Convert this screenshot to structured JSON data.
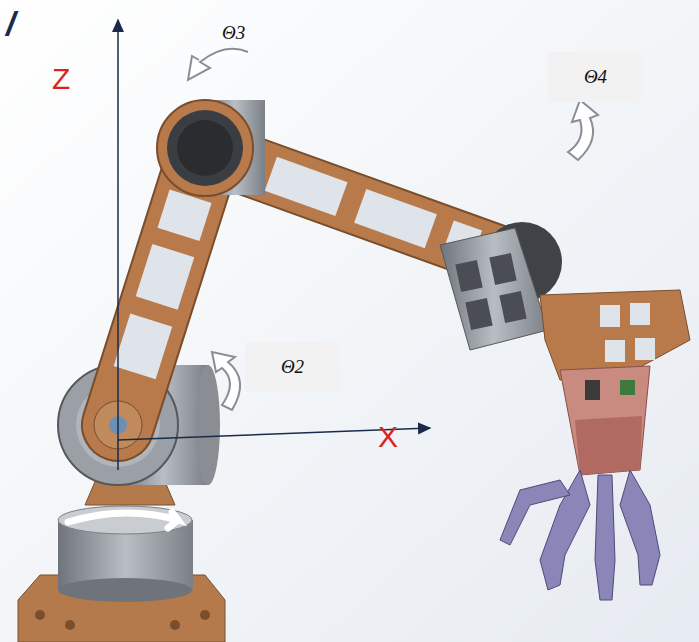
{
  "diagram": {
    "nodes": [
      {
        "text": [
          "Θ4"
        ]
      },
      {
        "text": [
          "Θ2"
        ]
      }
    ],
    "labels": [
      "/",
      "Θ3",
      "Z",
      "X"
    ]
  }
}
